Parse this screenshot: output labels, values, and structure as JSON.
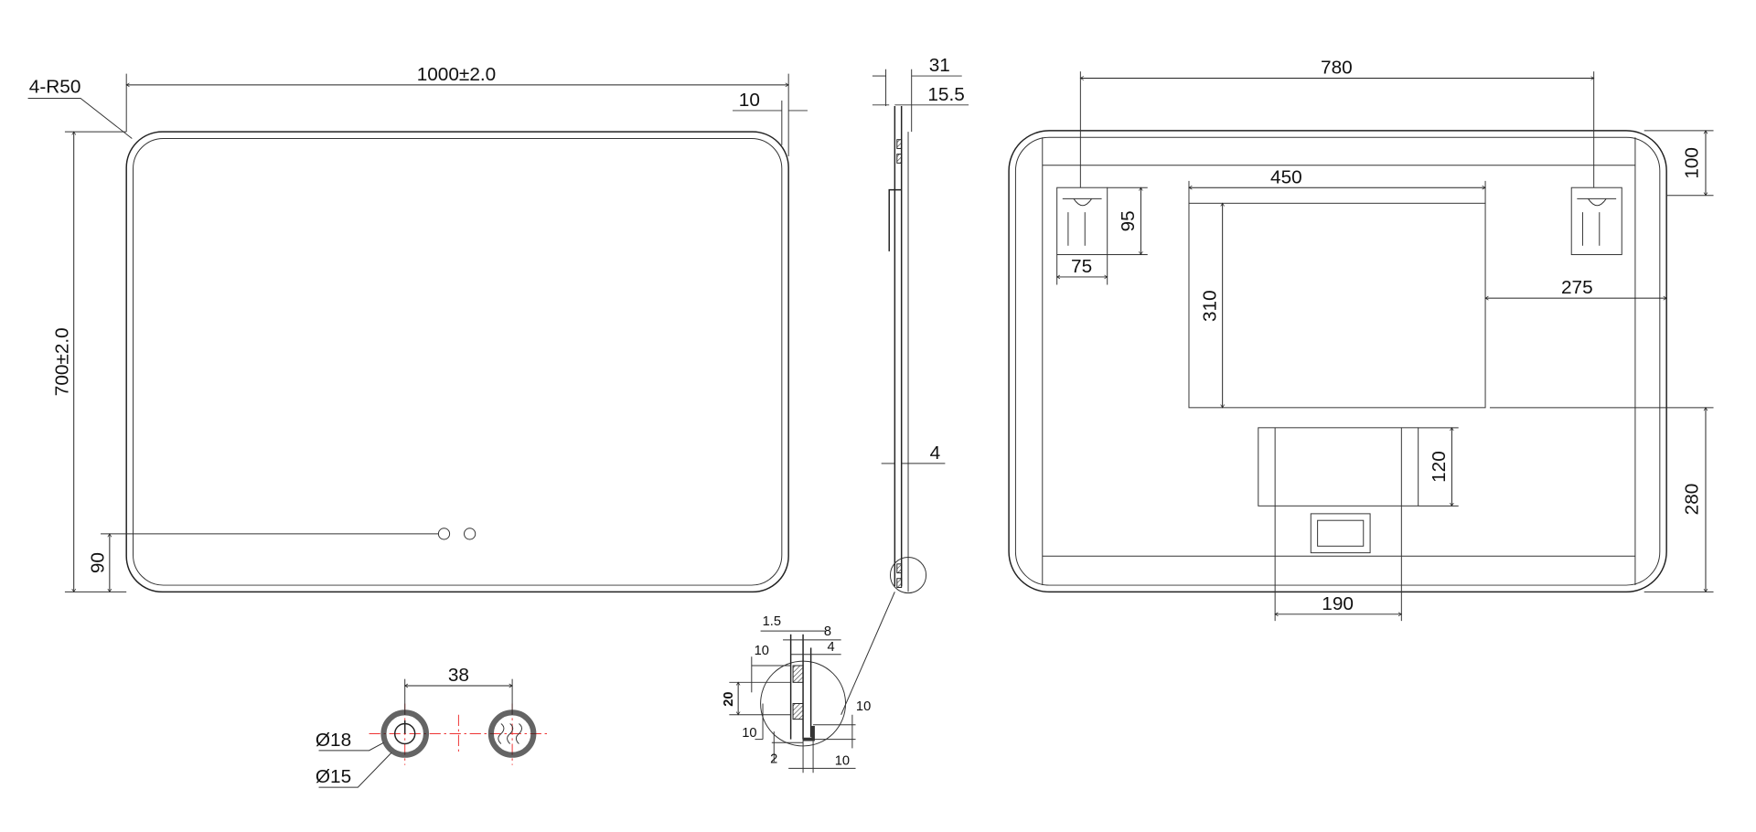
{
  "front_view": {
    "width_dim": "1000±2.0",
    "height_dim": "700±2.0",
    "radius": "4-R50",
    "edge_inset": "10",
    "button_height": "90"
  },
  "side_view": {
    "depth_total": "31",
    "depth_bracket": "15.5",
    "glass": "4"
  },
  "detail_view": {
    "d1": "1.5",
    "d2": "8",
    "d3": "4",
    "d4": "10",
    "d5": "20",
    "d6": "10",
    "d7": "2",
    "d8": "10",
    "d9": "10"
  },
  "buttons_view": {
    "spacing": "38",
    "outer_dia": "Ø18",
    "inner_dia": "Ø15"
  },
  "back_view": {
    "hanger_spacing": "780",
    "top_offset": "100",
    "hanger_height": "95",
    "hanger_width": "75",
    "panel_width": "450",
    "panel_height": "310",
    "panel_side": "275",
    "panel_bottom": "280",
    "driver_height": "120",
    "driver_width": "190"
  }
}
